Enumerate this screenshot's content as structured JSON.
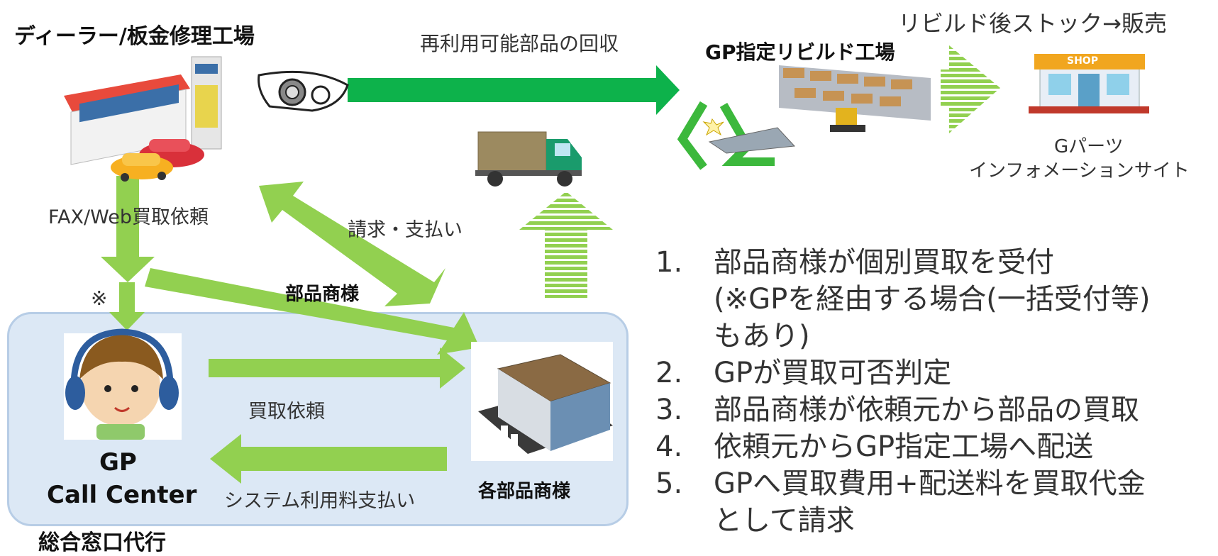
{
  "nodes": {
    "dealer": "ディーラー/板金修理工場",
    "rebuild_factory": "GP指定リビルド工場",
    "resale": "リビルド後ストック→販売",
    "gparts_line1": "Gパーツ",
    "gparts_line2": "インフォメーションサイト",
    "gp_line1": "GP",
    "gp_line2": "Call Center",
    "parts_dealers": "各部品商様",
    "parts_dealer_label": "部品商様",
    "general_window": "総合窓口代行"
  },
  "edges": {
    "collect": "再利用可能部品の回収",
    "fax_web": "FAX/Web買取依頼",
    "note_mark": "※",
    "billing": "請求・支払い",
    "buy_request": "買取依頼",
    "system_fee": "システム利用料支払い"
  },
  "steps": [
    {
      "num": "1.",
      "lines": [
        "部品商様が個別買取を受付",
        "(※GPを経由する場合(一括受付等)",
        "もあり)"
      ]
    },
    {
      "num": "2.",
      "lines": [
        "GPが買取可否判定"
      ]
    },
    {
      "num": "3.",
      "lines": [
        "部品商様が依頼元から部品の買取"
      ]
    },
    {
      "num": "4.",
      "lines": [
        "依頼元からGP指定工場へ配送"
      ]
    },
    {
      "num": "5.",
      "lines": [
        "GPへ買取費用+配送料を買取代金",
        "として請求"
      ]
    }
  ],
  "shop_sign": "SHOP",
  "colors": {
    "arrow_dark_green": "#0db24b",
    "arrow_light_green": "#92d050",
    "gp_box_fill": "#dce8f5",
    "gp_box_border": "#b7cde6",
    "recycle_green": "#3cb83c"
  }
}
